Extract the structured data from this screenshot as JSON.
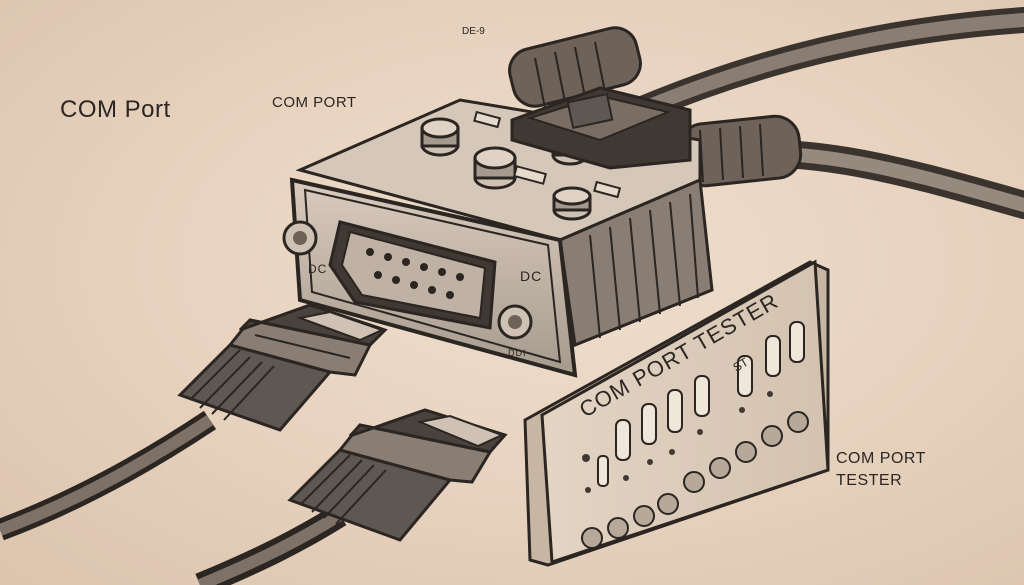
{
  "labels": {
    "left": "COM Port",
    "mid": "COM PORT",
    "de9": "DE-9",
    "tester_line1": "COM PORT",
    "tester_line2": "TESTER",
    "tester_panel": "COM PORT TESTER",
    "tester_panel_small": "ST",
    "connector_mark_left": "DC",
    "connector_mark_right": "DC",
    "connector_mark_bottom": "DDI"
  },
  "icons": [
    "db9-adapter-illustration",
    "cable-plug-illustration",
    "port-tester-panel-illustration"
  ],
  "colors": {
    "background": "#e8d5c3",
    "ink": "#2b2622",
    "shade": "#6e6259",
    "metal": "#cfc2b4",
    "screen": "#5f5852"
  }
}
